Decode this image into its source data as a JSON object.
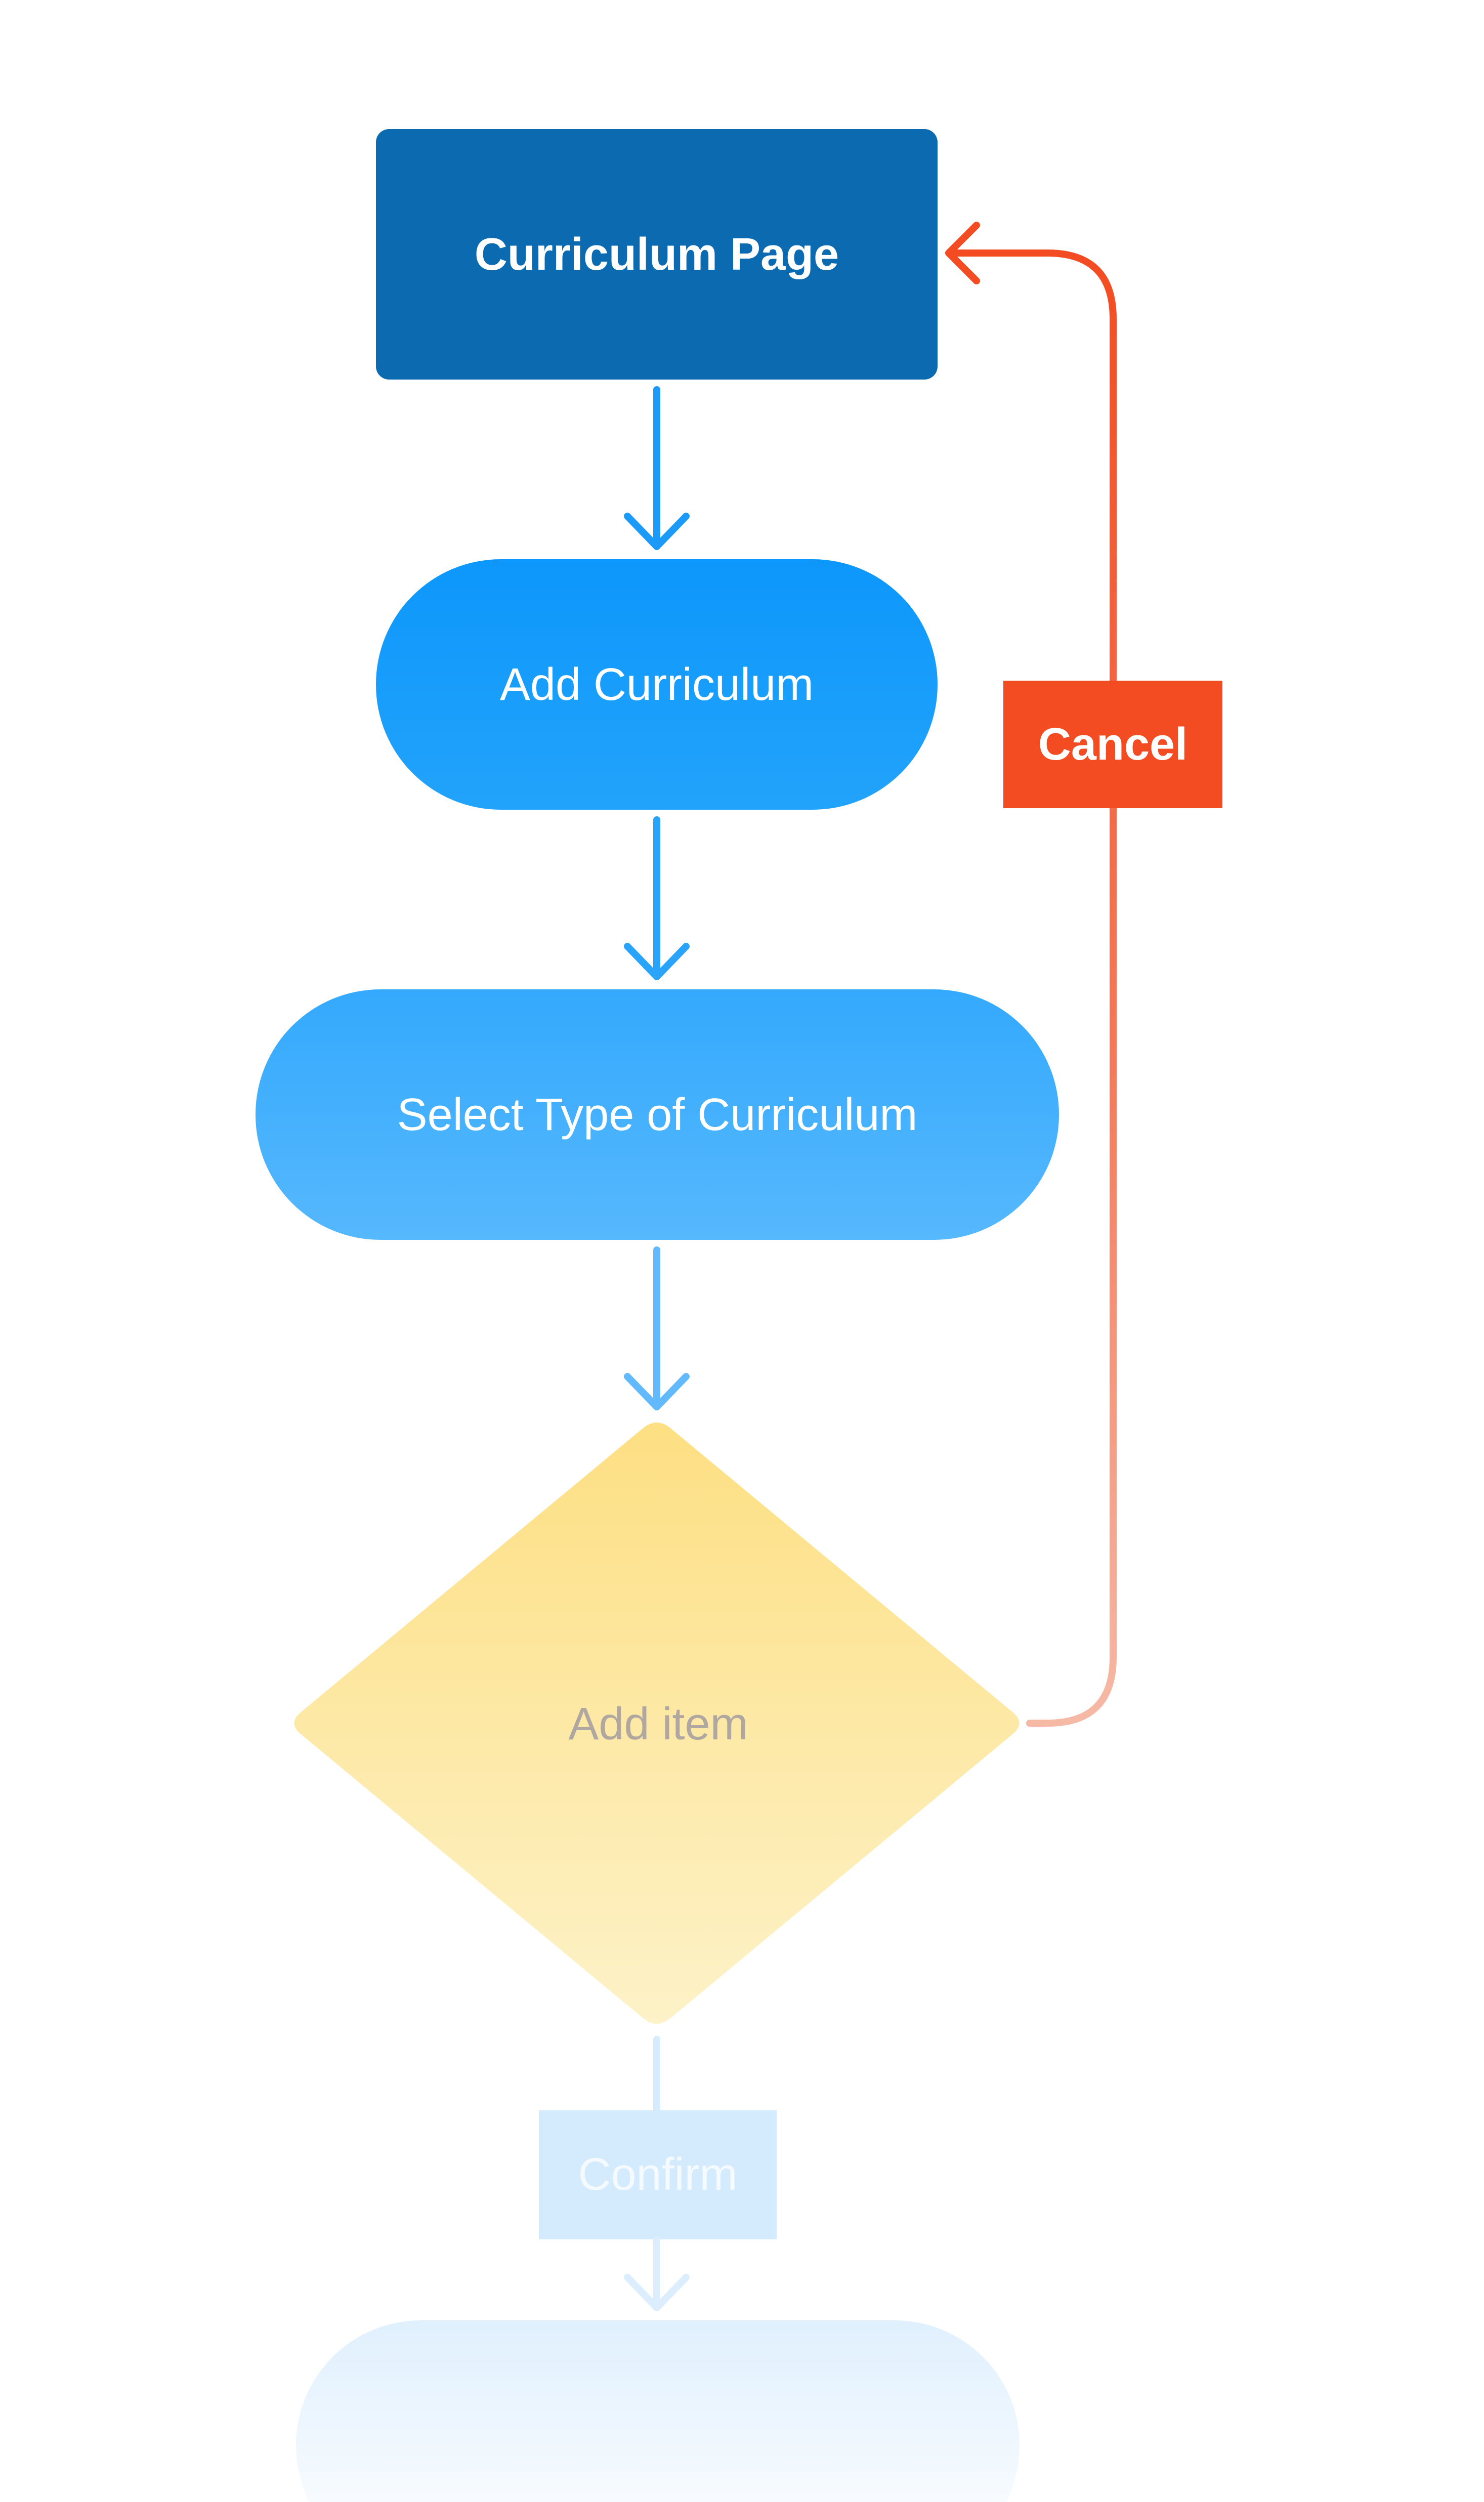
{
  "nodes": {
    "curriculum_page": "Curriculum Page",
    "add_curriculum": "Add Curriculum",
    "select_type": "Select Type of Curriculum",
    "add_item": "Add item",
    "confirm": "Confirm"
  },
  "edges": {
    "cancel": "Cancel"
  },
  "colors": {
    "dark_blue": "#0c6ab0",
    "bright_blue": "#0f99fa",
    "light_blue": "#4db3fd",
    "yellow": "#fde186",
    "cancel_red": "#f34c22"
  }
}
